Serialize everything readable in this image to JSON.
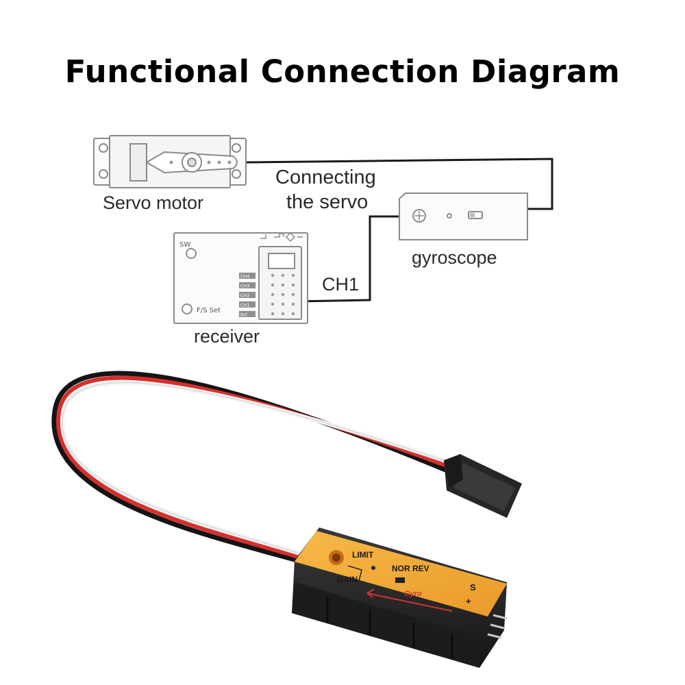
{
  "title": "Functional Connection Diagram",
  "diagram": {
    "servo_label": "Servo motor",
    "connection_label_line1": "Connecting",
    "connection_label_line2": "the servo",
    "gyro_label": "gyroscope",
    "channel_label": "CH1",
    "receiver_label": "receiver",
    "receiver_sw": "SW",
    "receiver_fs_set": "F/S Set",
    "receiver_channels": [
      "CH4",
      "CH3",
      "CH2",
      "CH1",
      "B/C"
    ]
  },
  "device": {
    "limit_label": "LIMIT",
    "gain_label": "GAIN",
    "mode_label": "NOR REV",
    "brand_label": "Gyro",
    "pin_s": "S",
    "pin_plus": "+",
    "pin_minus": "−",
    "body_color": "#2b2b2b",
    "panel_color": "#f2a93b",
    "accent_color": "#d8342c"
  }
}
